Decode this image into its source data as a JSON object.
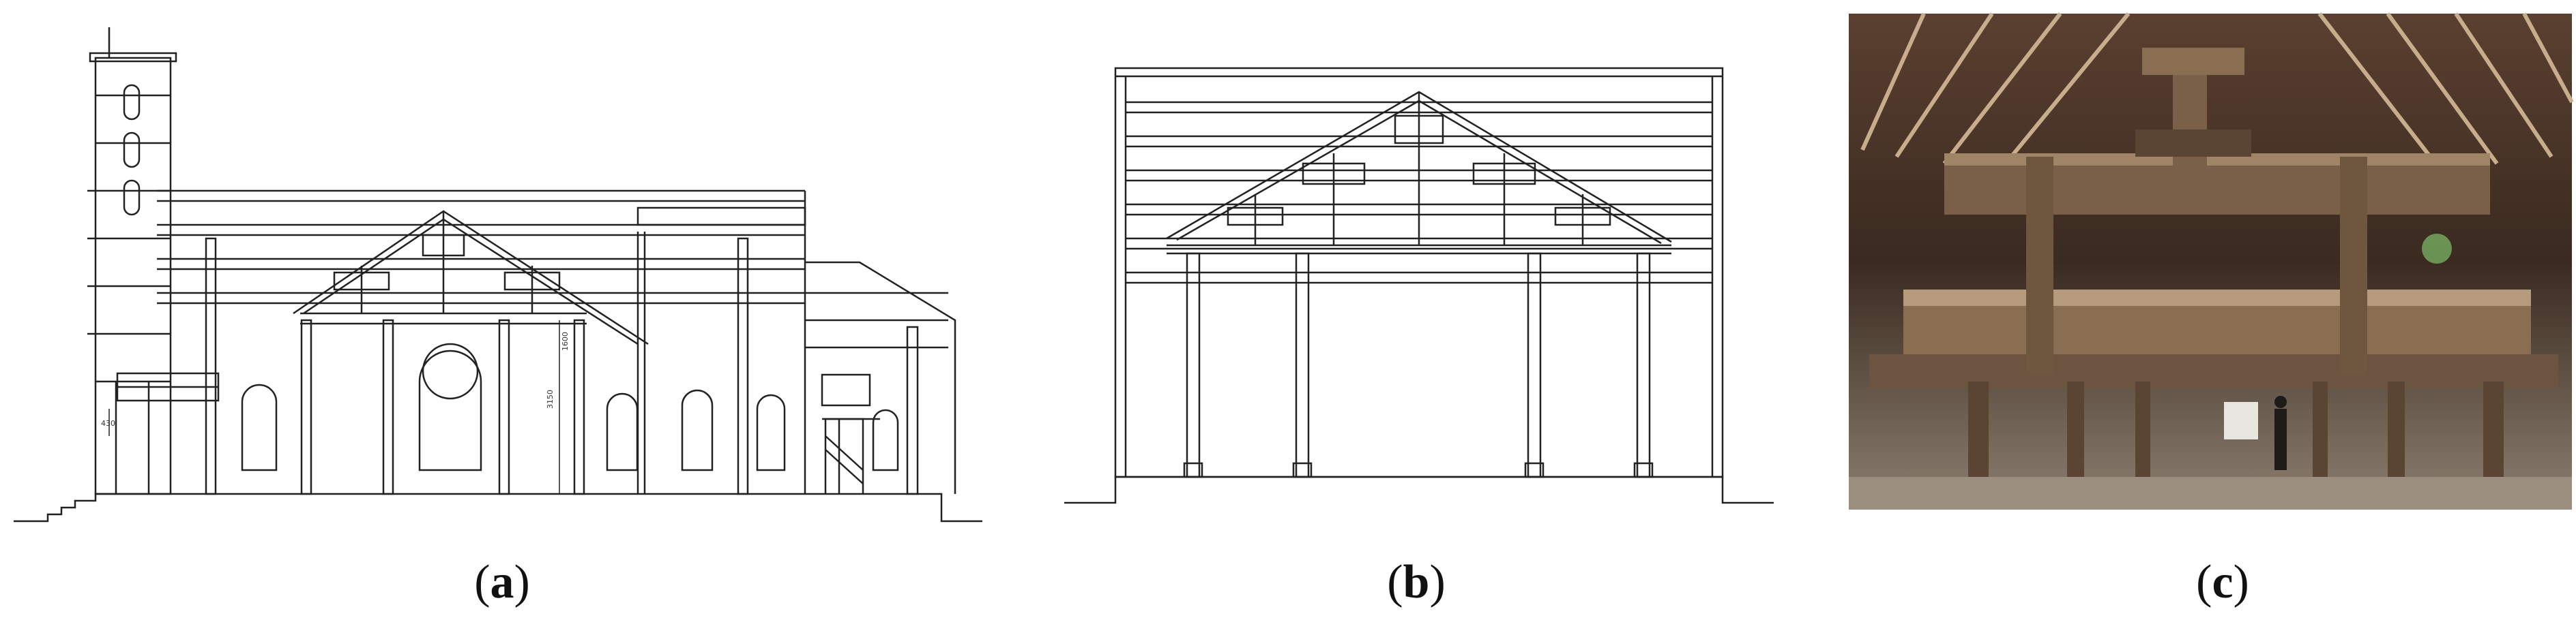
{
  "captions": {
    "a": {
      "open": "(",
      "letter": "a",
      "close": ")"
    },
    "b": {
      "open": "(",
      "letter": "b",
      "close": ")"
    },
    "c": {
      "open": "(",
      "letter": "c",
      "close": ")"
    }
  },
  "panel_a": {
    "dims": [
      "430",
      "3150",
      "1600"
    ]
  },
  "colors": {
    "line": "#222222",
    "photo_wood_dark": "#3b2a1e",
    "photo_wood_mid": "#7a6048",
    "photo_wood_light": "#b59a7c",
    "photo_floor": "#8c7f70"
  }
}
